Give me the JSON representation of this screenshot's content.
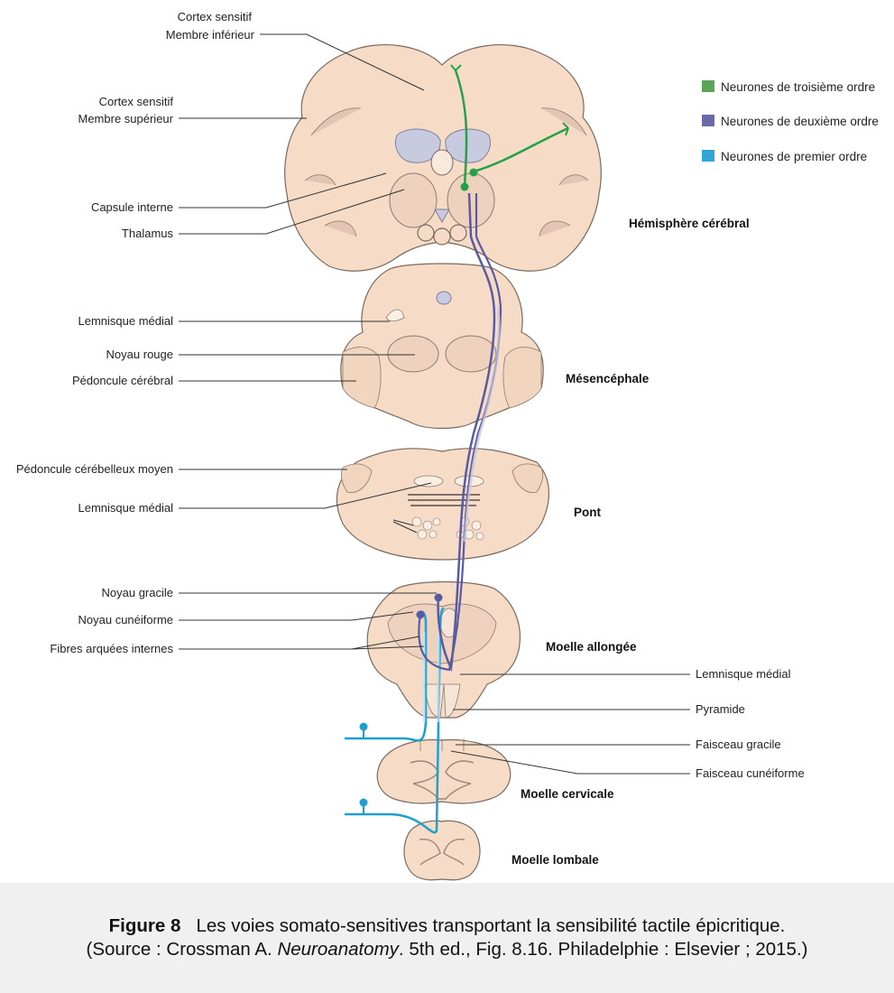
{
  "labels_left": {
    "cortex_inferieur_1": "Cortex sensitif",
    "cortex_inferieur_2": "Membre inférieur",
    "cortex_superieur_1": "Cortex sensitif",
    "cortex_superieur_2": "Membre supérieur",
    "capsule_interne": "Capsule interne",
    "thalamus": "Thalamus",
    "lemnisque_medial_1": "Lemnisque médial",
    "noyau_rouge": "Noyau rouge",
    "pedoncule_cerebral": "Pédoncule cérébral",
    "pedoncule_cerebelleux": "Pédoncule cérébelleux moyen",
    "lemnisque_medial_2": "Lemnisque médial",
    "noyau_gracile": "Noyau gracile",
    "noyau_cuneiforme": "Noyau cunéiforme",
    "fibres_arquees": "Fibres arquées internes"
  },
  "labels_right": {
    "lemnisque_medial_3": "Lemnisque médial",
    "pyramide": "Pyramide",
    "faisceau_gracile": "Faisceau gracile",
    "faisceau_cuneiforme": "Faisceau cunéiforme"
  },
  "sections": {
    "hemisphere": "Hémisphère cérébral",
    "mesencephale": "Mésencéphale",
    "pont": "Pont",
    "moelle_allongee": "Moelle allongée",
    "moelle_cervicale": "Moelle cervicale",
    "moelle_lombale": "Moelle lombale"
  },
  "legend": [
    {
      "label": "Neurones de troisième ordre",
      "color": "#5aa55a"
    },
    {
      "label": "Neurones de deuxième ordre",
      "color": "#6b6aa8"
    },
    {
      "label": "Neurones de premier ordre",
      "color": "#2fa6d6"
    }
  ],
  "colors": {
    "third_order": "#22a04a",
    "second_order": "#5a5aa0",
    "first_order": "#1e9fd0",
    "tissue": "#f6dcc7"
  },
  "caption": {
    "figure_label": "Figure 8",
    "text_1": "Les voies somato-sensitives transportant la sensibilité tactile épicritique.",
    "text_2": "(Source : Crossman A. ",
    "book": "Neuroanatomy",
    "text_3": ". 5th ed., Fig. 8.16. Philadelphie : Elsevier ; 2015.)"
  }
}
